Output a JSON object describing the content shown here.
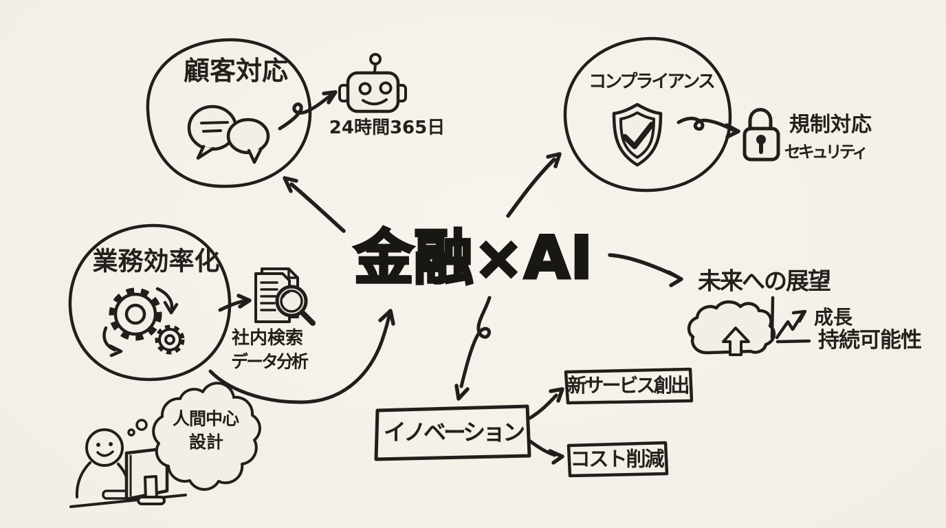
{
  "canvas": {
    "background": "#f3efe7",
    "ink": "#211f1c"
  },
  "title": "金融×AI",
  "nodes": {
    "customer": {
      "label": "顧客対応",
      "caption": "24時間365日"
    },
    "compliance": {
      "label": "コンプライアンス",
      "caption1": "規制対応",
      "caption2": "セキュリティ"
    },
    "efficiency": {
      "label": "業務効率化",
      "caption1": "社内検索",
      "caption2": "データ分析"
    },
    "future": {
      "label": "未来への展望",
      "branch1": "成長",
      "branch2": "持続可能性"
    },
    "innovation": {
      "label": "イノベーション",
      "branch1": "新サービス創出",
      "branch2": "コスト削減"
    },
    "human": {
      "line1": "人間中心",
      "line2": "設計"
    }
  },
  "icons": {
    "customer": "chat-bubbles-icon",
    "customer_callout": "robot-icon",
    "compliance": "shield-check-icon",
    "compliance_callout": "padlock-icon",
    "efficiency": "gears-icon",
    "efficiency_callout": "document-search-icon",
    "future": "cloud-upload-icon",
    "future_branch": "growth-chart-icon",
    "human": "person-at-computer-icon",
    "human_bubble": "thought-bubble-icon"
  }
}
